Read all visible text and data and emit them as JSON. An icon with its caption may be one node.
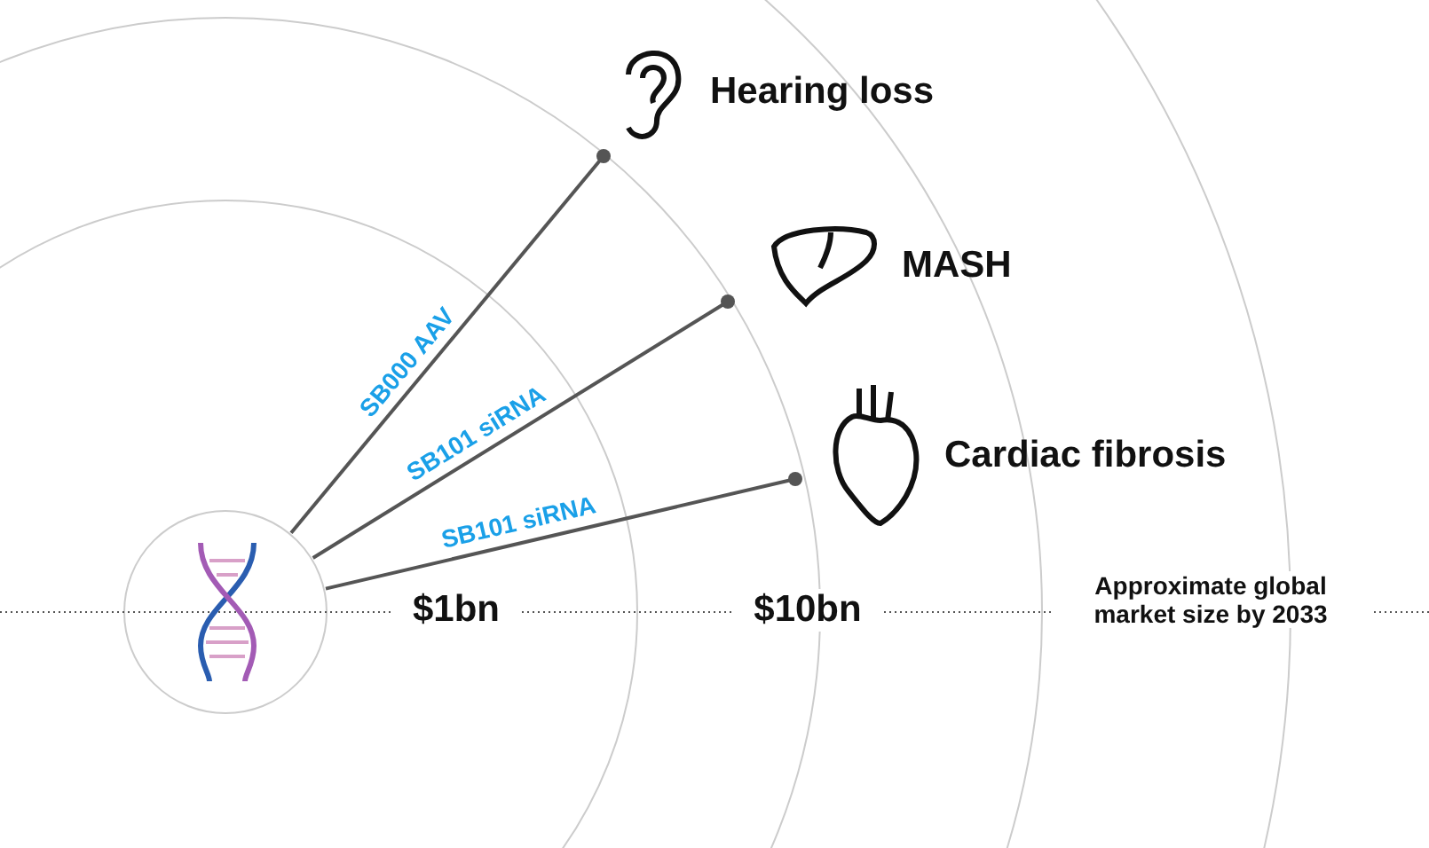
{
  "diagram": {
    "nodes": [
      {
        "text": [],
        "shape": "picture"
      },
      {
        "text": [
          "Hearing loss"
        ]
      },
      {
        "text": [
          "MASH"
        ]
      },
      {
        "text": [
          "Cardiac fibrosis"
        ]
      }
    ],
    "edges": [
      {
        "from": 0,
        "to": 1,
        "arrow": "other",
        "label": "SB000 AAV"
      },
      {
        "from": 0,
        "to": 2,
        "arrow": "other",
        "label": "SB101 siRNA"
      },
      {
        "from": 0,
        "to": 3,
        "arrow": "other",
        "label": "SB101 siRNA"
      }
    ],
    "labels": [
      "$1bn",
      "$10bn",
      "Approximate global market size by 2033"
    ]
  }
}
